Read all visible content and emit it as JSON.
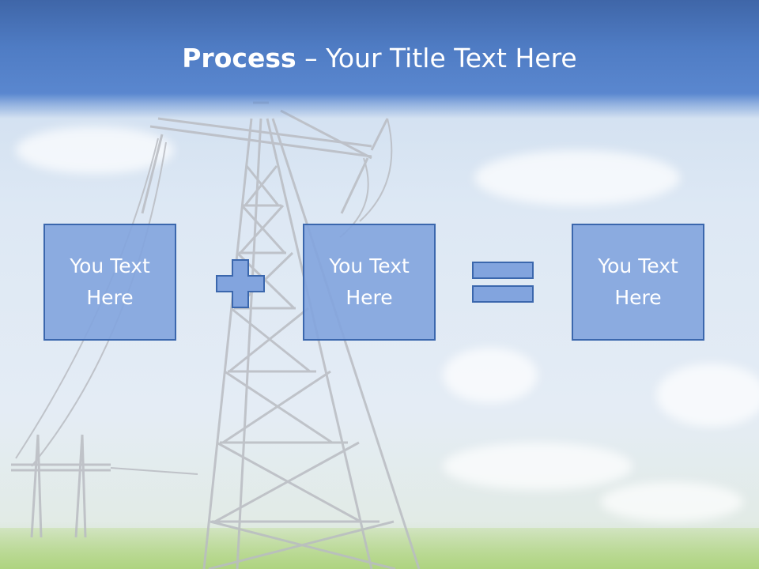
{
  "slide": {
    "title_bold": "Process",
    "title_rest": " – Your Title Text Here",
    "boxes": [
      {
        "label": "You Text Here"
      },
      {
        "label": "You Text Here"
      },
      {
        "label": "You Text Here"
      }
    ]
  },
  "colors": {
    "title_bar": "#4f7cc4",
    "box_fill": "#82a4de",
    "box_border": "#3b67ad",
    "text": "#ffffff"
  },
  "icons": {
    "operator_1": "plus-icon",
    "operator_2": "equals-icon",
    "background": "power-pylon-image"
  }
}
